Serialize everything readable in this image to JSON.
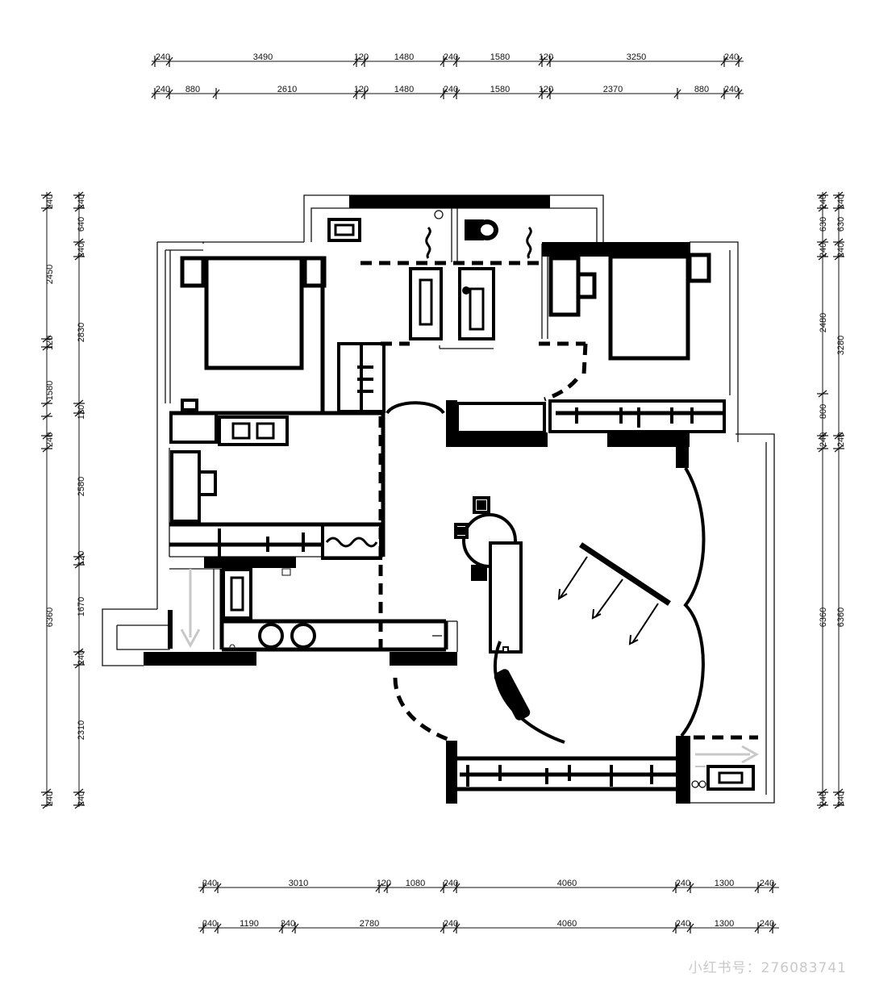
{
  "dimensions": {
    "top_row_1": [
      "240",
      "3490",
      "120",
      "1480",
      "240",
      "1580",
      "120",
      "3250",
      "240"
    ],
    "top_row_2": [
      "240",
      "880",
      "2610",
      "120",
      "1480",
      "240",
      "1580",
      "120",
      "2370",
      "880",
      "240"
    ],
    "bottom_row_1": [
      "240",
      "3010",
      "120",
      "1080",
      "240",
      "4060",
      "240",
      "1300",
      "240"
    ],
    "bottom_row_2": [
      "240",
      "1190",
      "240",
      "2780",
      "240",
      "4060",
      "240",
      "1300",
      "240"
    ],
    "left_outer": [
      "240",
      "2450",
      "120",
      "1580",
      "240",
      "6360",
      "240"
    ],
    "left_inner": [
      "240",
      "640",
      "240",
      "2830",
      "120",
      "2580",
      "120",
      "1670",
      "240",
      "2310",
      "240"
    ],
    "right_inner": [
      "240",
      "630",
      "240",
      "2480",
      "800",
      "240",
      "6360",
      "240"
    ],
    "right_outer": [
      "240",
      "630",
      "240",
      "3280",
      "240",
      "6360",
      "240"
    ]
  },
  "watermark": "小红书号：276083741"
}
